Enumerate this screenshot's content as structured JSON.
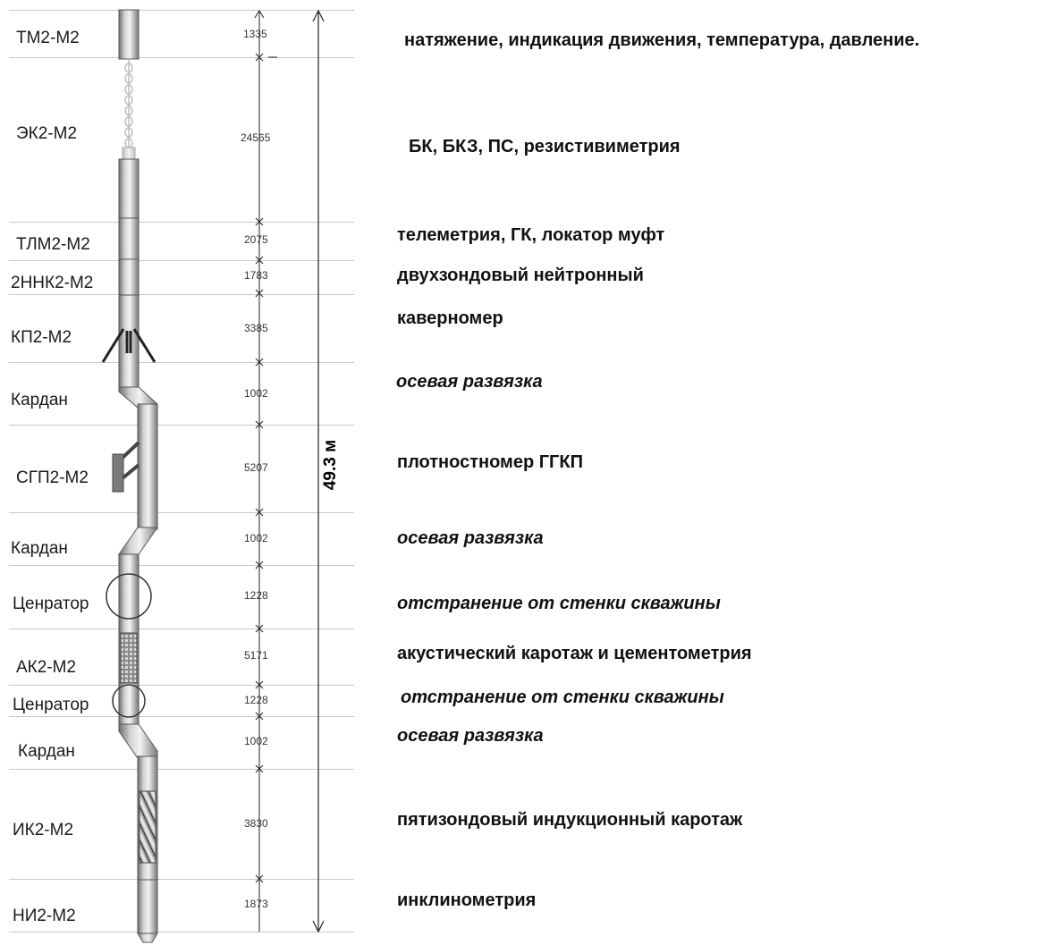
{
  "total_length": "49.3 м",
  "modules": [
    {
      "name": "ТМ2-М2",
      "length": "1335",
      "desc": "натяжение, индикация движения, температура, давление.",
      "italic": false
    },
    {
      "name": "ЭК2-М2",
      "length": "24565",
      "desc": "БК, БКЗ, ПС, резистивиметрия",
      "italic": false
    },
    {
      "name": "ТЛМ2-М2",
      "length": "2075",
      "desc": "телеметрия, ГК, локатор муфт",
      "italic": false
    },
    {
      "name": "2ННК2-М2",
      "length": "1783",
      "desc": "двухзондовый нейтронный",
      "italic": false
    },
    {
      "name": "КП2-М2",
      "length": "3385",
      "desc": "каверномер",
      "italic": false
    },
    {
      "name": "Кардан",
      "length": "1002",
      "desc": "осевая развязка",
      "italic": true
    },
    {
      "name": "СГП2-М2",
      "length": "5207",
      "desc": "плотностномер ГГКП",
      "italic": false
    },
    {
      "name": "Кардан",
      "length": "1002",
      "desc": "осевая развязка",
      "italic": true
    },
    {
      "name": "Ценратор",
      "length": "1228",
      "desc": "отстранение от стенки скважины",
      "italic": true
    },
    {
      "name": "АК2-М2",
      "length": "5171",
      "desc": "акустический каротаж и цементометрия",
      "italic": false
    },
    {
      "name": "Ценратор",
      "length": "1228",
      "desc": "отстранение от стенки скважины",
      "italic": true
    },
    {
      "name": "Кардан",
      "length": "1002",
      "desc": "осевая развязка",
      "italic": true
    },
    {
      "name": "ИК2-М2",
      "length": "3830",
      "desc": "пятизондовый индукционный каротаж",
      "italic": false
    },
    {
      "name": "НИ2-М2",
      "length": "1873",
      "desc": "инклинометрия",
      "italic": false
    }
  ]
}
